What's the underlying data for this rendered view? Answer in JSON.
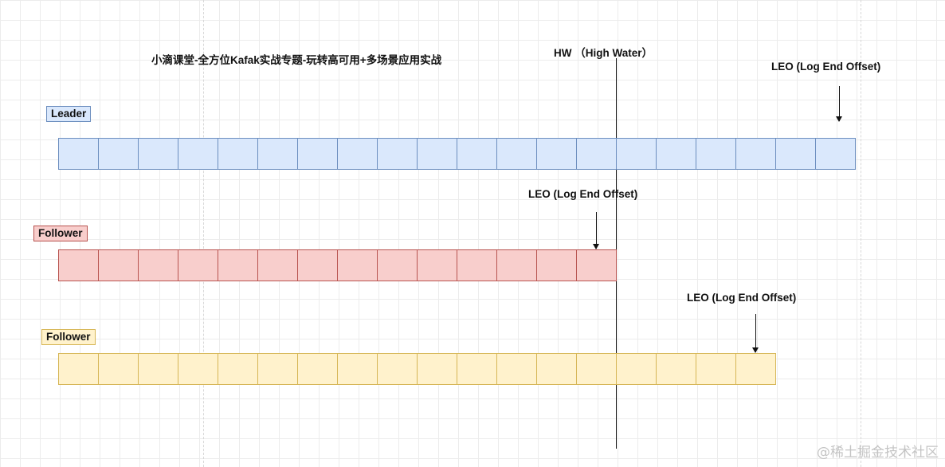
{
  "title": "小滴课堂-全方位Kafak实战专题-玩转高可用+多场景应用实战",
  "hw_label": "HW （High Water）",
  "leo_label": "LEO (Log End Offset)",
  "replicas": [
    {
      "label": "Leader",
      "role": "leader",
      "cell_count": 20,
      "fill": "#dae8fc",
      "stroke": "#6c8ebf"
    },
    {
      "label": "Follower",
      "role": "follower",
      "cell_count": 14,
      "fill": "#f8cecc",
      "stroke": "#b85450"
    },
    {
      "label": "Follower",
      "role": "follower",
      "cell_count": 18,
      "fill": "#fff2cc",
      "stroke": "#d6b656"
    }
  ],
  "hw_position_cells": 14,
  "watermark": "@稀土掘金技术社区"
}
